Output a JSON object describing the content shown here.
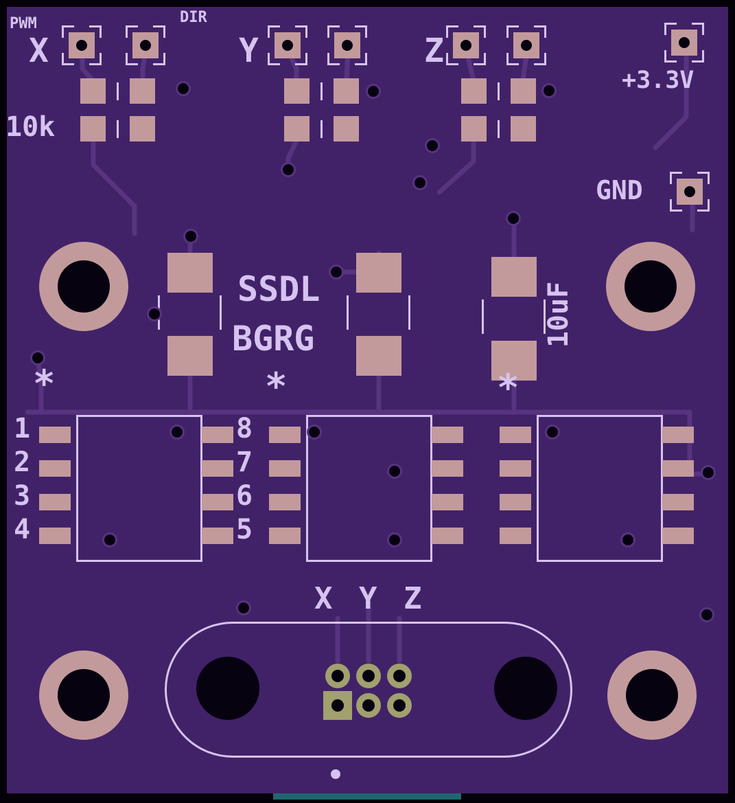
{
  "colors": {
    "substrate": "#412268",
    "trace": "#58337f",
    "copper": "#c39a9c",
    "silk": "#d6c3ef",
    "hole": "#070210",
    "gold": "#a1a06e",
    "notch": "#1d686e",
    "edge": "#050108"
  },
  "labels": {
    "pwm": "PWM",
    "dir": "DIR",
    "axis_x": "X",
    "axis_y": "Y",
    "axis_z": "Z",
    "resistor_value": "10k",
    "rail": "+3.3V",
    "ground": "GND",
    "silk_line1": "SSDL",
    "silk_line2": "BGRG",
    "cap_value": "10uF",
    "star": "*",
    "connector_label": "X Y Z",
    "pins_left": [
      "1",
      "2",
      "3",
      "4"
    ],
    "pins_right": [
      "8",
      "7",
      "6",
      "5"
    ]
  }
}
